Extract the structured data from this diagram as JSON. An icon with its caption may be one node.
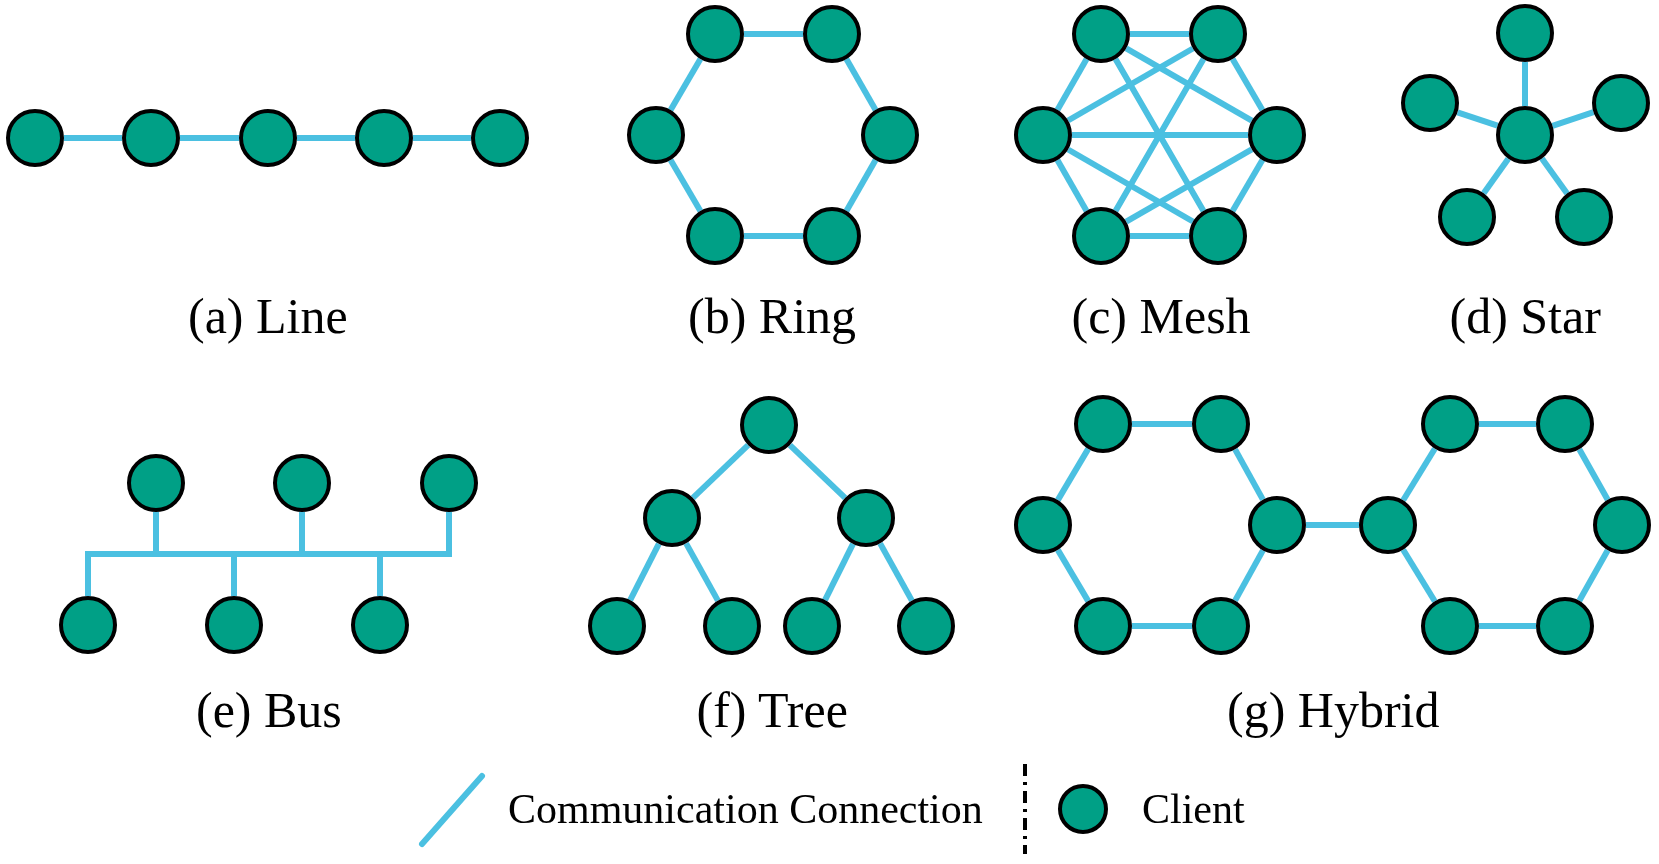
{
  "diagram": {
    "nodes": [
      {
        "text": [],
        "shape": "circle"
      },
      {
        "text": [],
        "shape": "circle"
      },
      {
        "text": [],
        "shape": "circle"
      },
      {
        "text": [],
        "shape": "circle"
      },
      {
        "text": [],
        "shape": "circle"
      },
      {
        "text": [],
        "shape": "circle"
      },
      {
        "text": [],
        "shape": "circle"
      },
      {
        "text": [],
        "shape": "circle"
      },
      {
        "text": [],
        "shape": "circle"
      },
      {
        "text": [],
        "shape": "circle"
      },
      {
        "text": [],
        "shape": "circle"
      },
      {
        "text": [],
        "shape": "circle"
      },
      {
        "text": [],
        "shape": "circle"
      },
      {
        "text": [],
        "shape": "circle"
      },
      {
        "text": [],
        "shape": "circle"
      },
      {
        "text": [],
        "shape": "circle"
      },
      {
        "text": [],
        "shape": "circle"
      },
      {
        "text": [],
        "shape": "circle"
      },
      {
        "text": [],
        "shape": "circle"
      },
      {
        "text": [],
        "shape": "circle"
      },
      {
        "text": [],
        "shape": "circle"
      },
      {
        "text": [],
        "shape": "circle"
      },
      {
        "text": [],
        "shape": "circle"
      },
      {
        "text": [],
        "shape": "circle"
      },
      {
        "text": [],
        "shape": "circle"
      },
      {
        "text": [],
        "shape": "circle"
      },
      {
        "text": [],
        "shape": "bar"
      },
      {
        "text": [],
        "shape": "circle"
      },
      {
        "text": [],
        "shape": "circle"
      },
      {
        "text": [],
        "shape": "circle"
      },
      {
        "text": [],
        "shape": "circle"
      },
      {
        "text": [],
        "shape": "circle"
      },
      {
        "text": [],
        "shape": "circle"
      },
      {
        "text": [],
        "shape": "circle"
      },
      {
        "text": [],
        "shape": "circle"
      },
      {
        "text": [],
        "shape": "circle"
      },
      {
        "text": [],
        "shape": "circle"
      },
      {
        "text": [],
        "shape": "circle"
      },
      {
        "text": [],
        "shape": "circle"
      },
      {
        "text": [],
        "shape": "circle"
      },
      {
        "text": [],
        "shape": "circle"
      },
      {
        "text": [],
        "shape": "circle"
      },
      {
        "text": [],
        "shape": "circle"
      },
      {
        "text": [],
        "shape": "circle"
      },
      {
        "text": [],
        "shape": "circle"
      },
      {
        "text": [],
        "shape": "circle"
      },
      {
        "text": [],
        "shape": "circle"
      },
      {
        "text": [],
        "shape": "circle"
      },
      {
        "text": [],
        "shape": "circle"
      }
    ],
    "edges": [
      {
        "from": 0,
        "to": 1,
        "arrow": "none"
      },
      {
        "from": 1,
        "to": 2,
        "arrow": "none"
      },
      {
        "from": 2,
        "to": 3,
        "arrow": "none"
      },
      {
        "from": 3,
        "to": 4,
        "arrow": "none"
      },
      {
        "from": 5,
        "to": 6,
        "arrow": "none"
      },
      {
        "from": 6,
        "to": 8,
        "arrow": "none"
      },
      {
        "from": 8,
        "to": 10,
        "arrow": "none"
      },
      {
        "from": 10,
        "to": 9,
        "arrow": "none"
      },
      {
        "from": 9,
        "to": 7,
        "arrow": "none"
      },
      {
        "from": 7,
        "to": 5,
        "arrow": "none"
      },
      {
        "from": 11,
        "to": 12,
        "arrow": "none"
      },
      {
        "from": 12,
        "to": 14,
        "arrow": "none"
      },
      {
        "from": 14,
        "to": 16,
        "arrow": "none"
      },
      {
        "from": 16,
        "to": 15,
        "arrow": "none"
      },
      {
        "from": 15,
        "to": 13,
        "arrow": "none"
      },
      {
        "from": 13,
        "to": 11,
        "arrow": "none"
      },
      {
        "from": 13,
        "to": 14,
        "arrow": "none"
      },
      {
        "from": 11,
        "to": 16,
        "arrow": "none"
      },
      {
        "from": 12,
        "to": 15,
        "arrow": "none"
      },
      {
        "from": 13,
        "to": 12,
        "arrow": "none"
      },
      {
        "from": 13,
        "to": 16,
        "arrow": "none"
      },
      {
        "from": 11,
        "to": 14,
        "arrow": "none"
      },
      {
        "from": 15,
        "to": 14,
        "arrow": "none"
      },
      {
        "from": 19,
        "to": 17,
        "arrow": "none"
      },
      {
        "from": 19,
        "to": 18,
        "arrow": "none"
      },
      {
        "from": 19,
        "to": 20,
        "arrow": "none"
      },
      {
        "from": 19,
        "to": 21,
        "arrow": "none"
      },
      {
        "from": 19,
        "to": 22,
        "arrow": "none"
      },
      {
        "from": 23,
        "to": 26,
        "arrow": "none"
      },
      {
        "from": 24,
        "to": 26,
        "arrow": "none"
      },
      {
        "from": 25,
        "to": 26,
        "arrow": "none"
      },
      {
        "from": 27,
        "to": 26,
        "arrow": "none"
      },
      {
        "from": 28,
        "to": 26,
        "arrow": "none"
      },
      {
        "from": 29,
        "to": 26,
        "arrow": "none"
      },
      {
        "from": 30,
        "to": 31,
        "arrow": "none"
      },
      {
        "from": 30,
        "to": 32,
        "arrow": "none"
      },
      {
        "from": 31,
        "to": 33,
        "arrow": "none"
      },
      {
        "from": 31,
        "to": 34,
        "arrow": "none"
      },
      {
        "from": 32,
        "to": 35,
        "arrow": "none"
      },
      {
        "from": 32,
        "to": 36,
        "arrow": "none"
      },
      {
        "from": 37,
        "to": 38,
        "arrow": "none"
      },
      {
        "from": 38,
        "to": 42,
        "arrow": "none"
      },
      {
        "from": 42,
        "to": 46,
        "arrow": "none"
      },
      {
        "from": 46,
        "to": 45,
        "arrow": "none"
      },
      {
        "from": 45,
        "to": 41,
        "arrow": "none"
      },
      {
        "from": 41,
        "to": 37,
        "arrow": "none"
      },
      {
        "from": 39,
        "to": 40,
        "arrow": "none"
      },
      {
        "from": 40,
        "to": 44,
        "arrow": "none"
      },
      {
        "from": 44,
        "to": 48,
        "arrow": "none"
      },
      {
        "from": 48,
        "to": 47,
        "arrow": "none"
      },
      {
        "from": 47,
        "to": 43,
        "arrow": "none"
      },
      {
        "from": 43,
        "to": 39,
        "arrow": "none"
      },
      {
        "from": 42,
        "to": 43,
        "arrow": "none"
      }
    ],
    "labels": [
      "(a) Line",
      "(b) Ring",
      "(c) Mesh",
      "(d) Star",
      "(e) Bus",
      "(f) Tree",
      "(g) Hybrid"
    ],
    "legend": [
      {
        "text": "Communication Connection"
      },
      {
        "text": "Client"
      }
    ]
  }
}
